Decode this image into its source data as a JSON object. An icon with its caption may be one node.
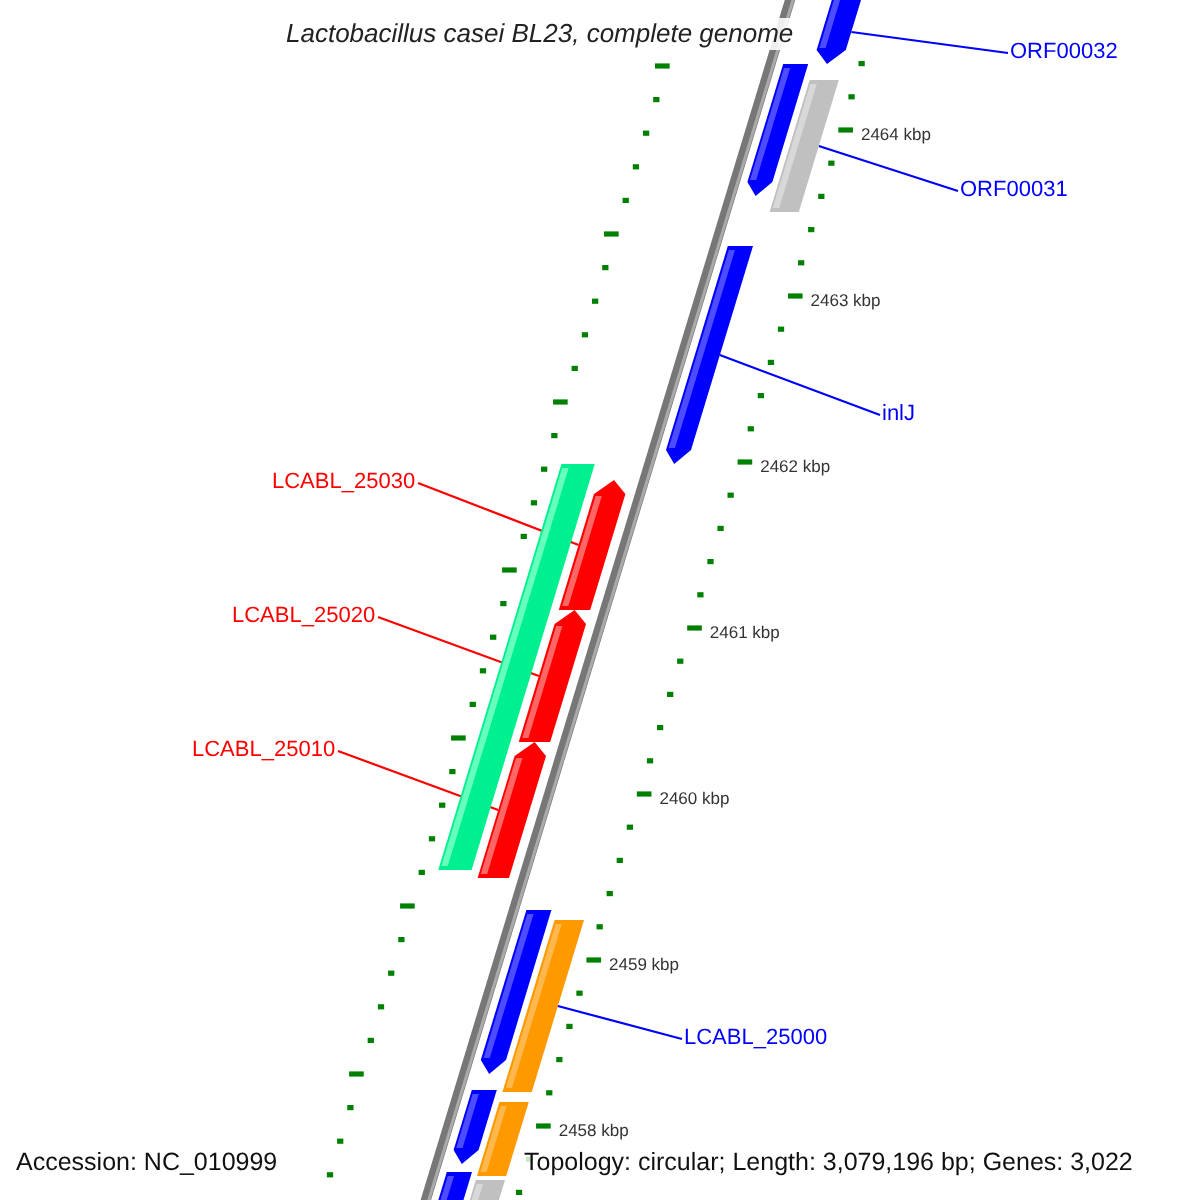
{
  "diagram": {
    "title": "Lactobacillus casei BL23, complete genome",
    "nodes": [
      {
        "text": [],
        "shape": "pentagon"
      },
      {
        "text": [
          "ORF00032"
        ]
      },
      {
        "text": [],
        "shape": "pentagon"
      },
      {
        "text": [],
        "shape": "bar"
      },
      {
        "text": [
          "ORF00031"
        ]
      },
      {
        "text": [],
        "shape": "pentagon"
      },
      {
        "text": [
          "inlJ"
        ]
      },
      {
        "text": [],
        "shape": "bar"
      },
      {
        "text": [
          "LCABL_25030"
        ]
      },
      {
        "text": [],
        "shape": "pentagon"
      },
      {
        "text": [
          "LCABL_25020"
        ]
      },
      {
        "text": [],
        "shape": "pentagon"
      },
      {
        "text": [
          "LCABL_25010"
        ]
      },
      {
        "text": [],
        "shape": "pentagon"
      },
      {
        "text": [],
        "shape": "pentagon"
      },
      {
        "text": [],
        "shape": "bar"
      },
      {
        "text": [
          "LCABL_25000"
        ]
      },
      {
        "text": [],
        "shape": "pentagon"
      },
      {
        "text": [],
        "shape": "bar"
      },
      {
        "text": [],
        "shape": "pentagon"
      },
      {
        "text": [],
        "shape": "bar"
      }
    ],
    "edges": [
      {
        "from": 1,
        "to": 0,
        "arrow": "none"
      },
      {
        "from": 4,
        "to": 3,
        "arrow": "none"
      },
      {
        "from": 6,
        "to": 5,
        "arrow": "none"
      },
      {
        "from": 8,
        "to": 9,
        "arrow": "none",
        "color": "#ff0000"
      },
      {
        "from": 10,
        "to": 11,
        "arrow": "none",
        "color": "#ff0000"
      },
      {
        "from": 12,
        "to": 13,
        "arrow": "none",
        "color": "#ff0000"
      },
      {
        "from": 16,
        "to": 15,
        "arrow": "none"
      }
    ],
    "labels": [
      "2464 kbp",
      "2463 kbp",
      "2462 kbp",
      "2461 kbp",
      "2460 kbp",
      "2459 kbp",
      "2458 kbp",
      "Accession: NC_010999",
      "Topology: circular; Length: 3,079,196 bp; Genes: 3,022"
    ]
  }
}
